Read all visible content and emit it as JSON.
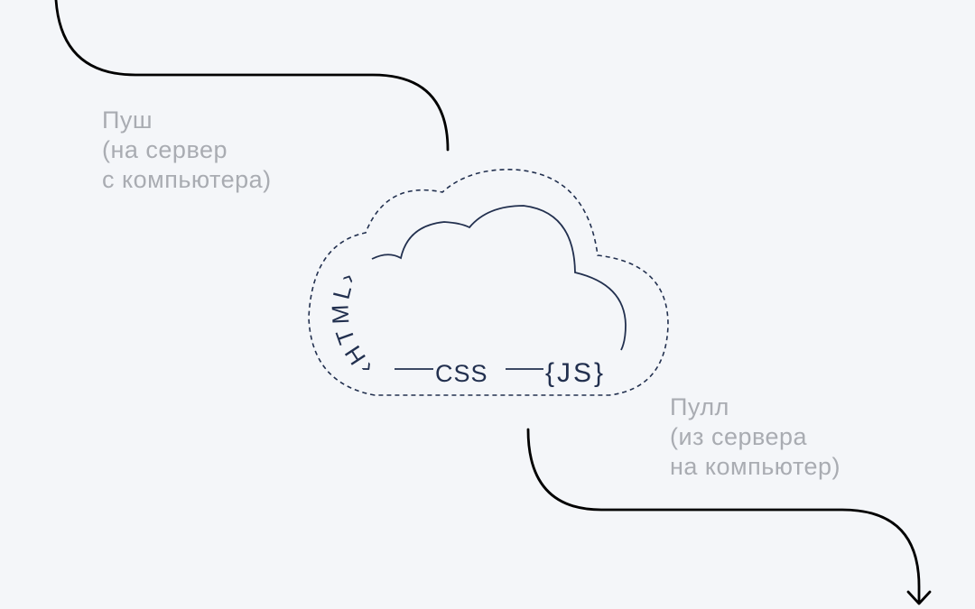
{
  "captions": {
    "push": {
      "line1": "Пуш",
      "line2": "(на сервер",
      "line3": "с компьютера)"
    },
    "pull": {
      "line1": "Пулл",
      "line2": "(из сервера",
      "line3": "на компьютер)"
    }
  },
  "cloud": {
    "html_label": "‹HTML›",
    "css_label": "CSS",
    "js_label": "{JS}"
  },
  "colors": {
    "background": "#f4f6f9",
    "arrow": "#000000",
    "cloud_outline": "#22304f",
    "caption": "#a9acb2"
  }
}
